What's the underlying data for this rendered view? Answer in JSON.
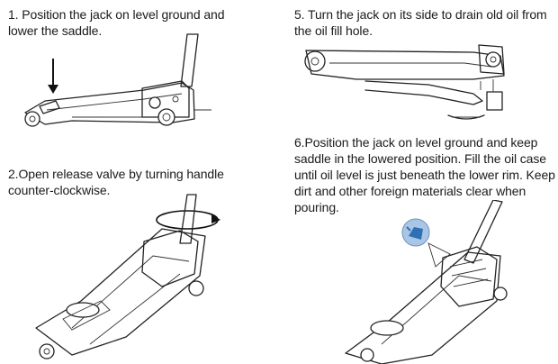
{
  "steps": {
    "step1": "1. Position the jack on level ground and lower the saddle.",
    "step2": "2.Open release valve by turning handle counter-clockwise.",
    "step5": "5. Turn the jack on its side to drain old oil from the oil fill hole.",
    "step6": "6.Position the jack on level ground and keep saddle in the lowered position. Fill the oil case until oil level is just beneath the lower rim. Keep dirt and other foreign materials clear when pouring."
  },
  "colors": {
    "line": "#222222",
    "oil_drop": "#2f6fb3",
    "oil_bubble": "#a9c6e6"
  },
  "icons": {
    "arrow": "down-arrow-icon",
    "rotate": "counter-clockwise-arrow-icon",
    "oil": "oil-can-icon"
  }
}
